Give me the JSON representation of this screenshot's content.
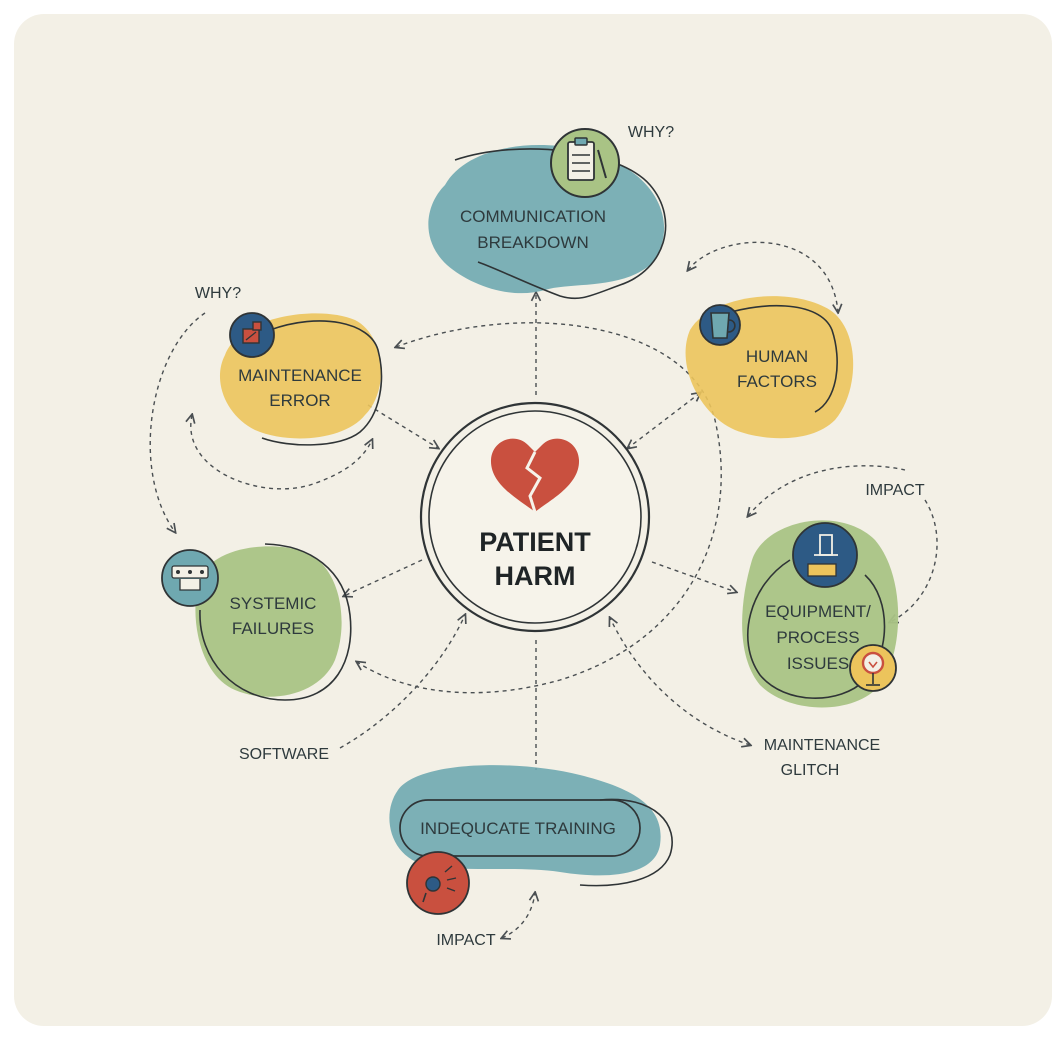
{
  "center": {
    "line1": "PATIENT",
    "line2": "HARM",
    "icon": "broken-heart-icon"
  },
  "nodes": {
    "communication": {
      "line1": "COMMUNICATION",
      "line2": "BREAKDOWN",
      "icon": "clipboard-icon",
      "color": "#6fa8b0"
    },
    "human_factors": {
      "line1": "HUMAN",
      "line2": "FACTORS",
      "icon": "mug-icon",
      "color": "#ecc45c"
    },
    "maintenance_error": {
      "line1": "MAINTENANCE",
      "line2": "ERROR",
      "icon": "wrench-icon",
      "color": "#ecc45c"
    },
    "systemic_failures": {
      "line1": "SYSTEMIC",
      "line2": "FAILURES",
      "icon": "network-icon",
      "color": "#a9c385"
    },
    "equipment": {
      "line1": "EQUIPMENT/",
      "line2": "PROCESS",
      "line3": "ISSUES",
      "icon": "microscope-icon",
      "icon2": "alarm-icon",
      "color": "#a9c385"
    },
    "training": {
      "label": "INDEQUCATE TRAINING",
      "icon": "whistle-icon",
      "color": "#6fa8b0"
    }
  },
  "annotations": {
    "why_top": "WHY?",
    "why_left": "WHY?",
    "impact_right": "IMPACT",
    "maintenance_glitch_1": "MAINTENANCE",
    "maintenance_glitch_2": "GLITCH",
    "software": "SOFTWARE",
    "impact_bottom": "IMPACT"
  },
  "colors": {
    "background": "#f3f0e6",
    "teal": "#6fa8b0",
    "yellow": "#ecc45c",
    "green": "#a9c385",
    "heart": "#c9503f",
    "navy": "#2d5a85"
  }
}
